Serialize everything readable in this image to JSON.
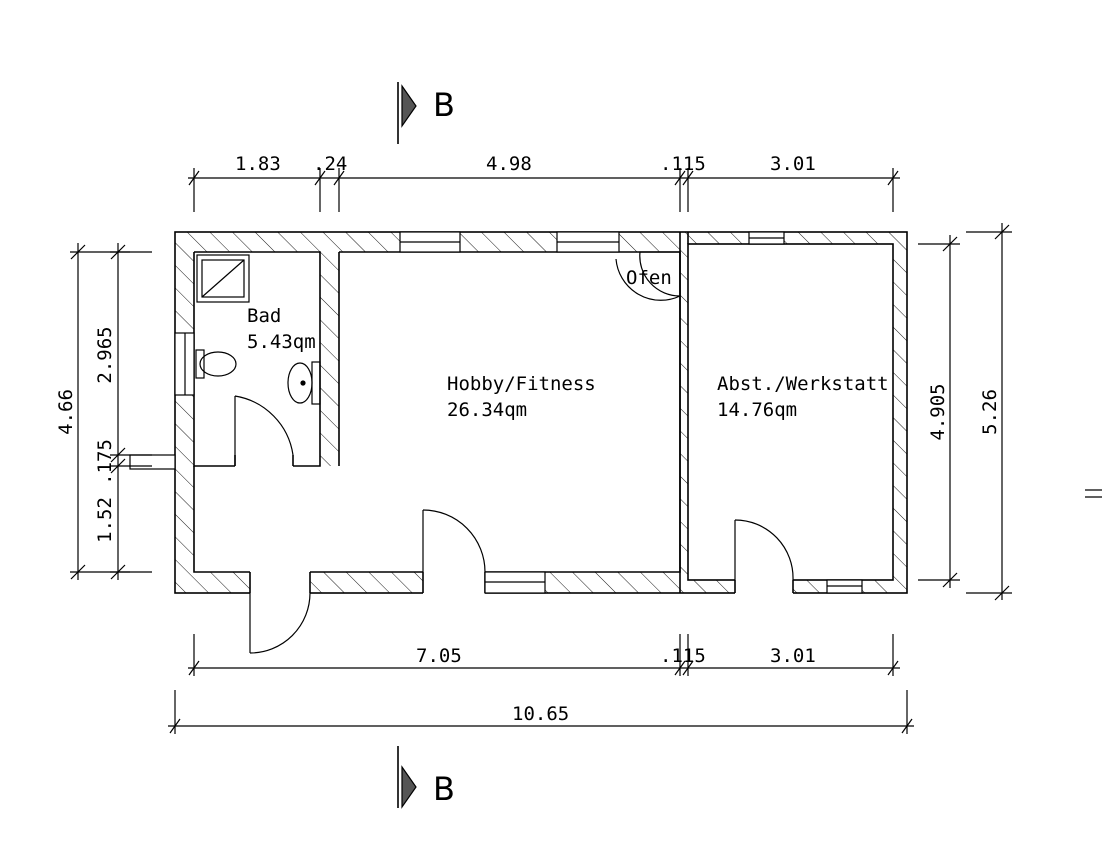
{
  "section_marker": {
    "label": "B"
  },
  "rooms": {
    "bad": {
      "name": "Bad",
      "area": "5.43qm"
    },
    "hobby": {
      "name": "Hobby/Fitness",
      "area": "26.34qm"
    },
    "werkstatt": {
      "name": "Abst./Werkstatt",
      "area": "14.76qm"
    },
    "ofen": {
      "label": "Ofen"
    }
  },
  "dimensions": {
    "top": [
      "1.83",
      ".24",
      "4.98",
      ".115",
      "3.01"
    ],
    "bottom": [
      "7.05",
      ".115",
      "3.01"
    ],
    "overall": "10.65",
    "left_outer": "4.66",
    "left_inner": [
      "2.965",
      ".175",
      "1.52"
    ],
    "right_inner": "4.905",
    "right_outer": "5.26"
  },
  "colors": {
    "line": "#000000",
    "hatch": "#000000",
    "marker_fill": "#555555"
  }
}
